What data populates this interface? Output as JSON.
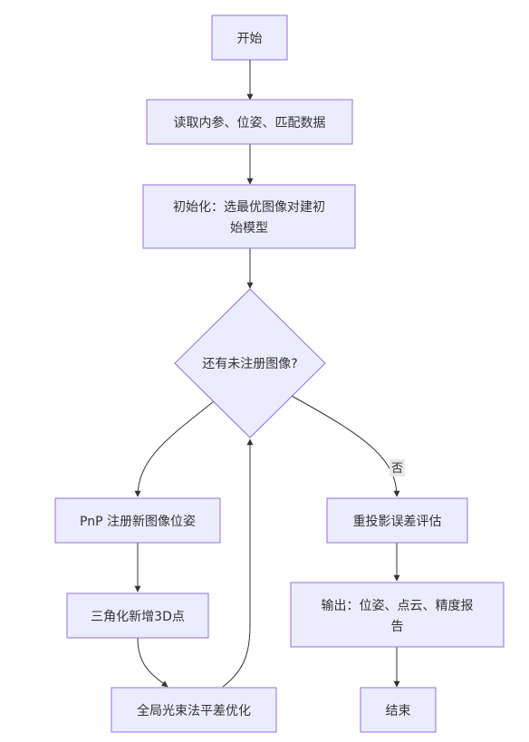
{
  "flowchart": {
    "start": "开始",
    "read_data": "读取内参、位姿、匹配数据",
    "init_line1": "初始化：选最优图像对建初",
    "init_line2": "始模型",
    "decision": "还有未注册图像?",
    "pnp": "PnP 注册新图像位姿",
    "triangulate": "三角化新增3D点",
    "bundle_adjust": "全局光束法平差优化",
    "reproj_eval": "重投影误差评估",
    "output_line1": "输出：位姿、点云、精度报",
    "output_line2": "告",
    "end": "结束",
    "edge_no": "否"
  }
}
